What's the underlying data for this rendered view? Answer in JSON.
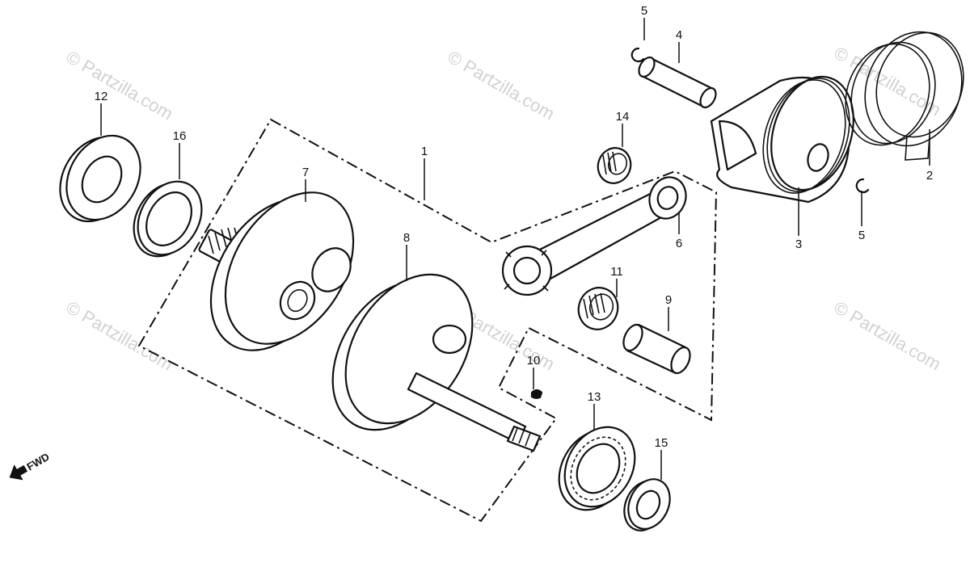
{
  "diagram": {
    "watermark": "© Partzilla.com",
    "direction_label": "FWD",
    "callouts": [
      "1",
      "2",
      "3",
      "4",
      "5",
      "5",
      "6",
      "7",
      "8",
      "9",
      "10",
      "11",
      "12",
      "13",
      "14",
      "15",
      "16"
    ]
  }
}
